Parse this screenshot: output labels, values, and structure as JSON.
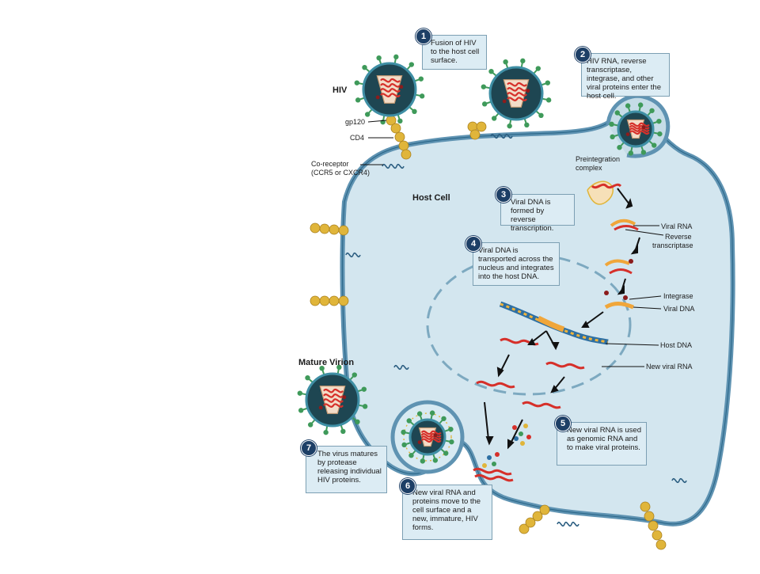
{
  "labels": {
    "hiv": "HIV",
    "gp120": "gp120",
    "cd4": "CD4",
    "coreceptor_line1": "Co-receptor",
    "coreceptor_line2": "(CCR5 or CXCR4)",
    "host_cell": "Host Cell",
    "mature_virion": "Mature Virion",
    "preintegration_line1": "Preintegration",
    "preintegration_line2": "complex",
    "viral_rna": "Viral RNA",
    "reverse_line1": "Reverse",
    "reverse_line2": "transcriptase",
    "integrase": "Integrase",
    "viral_dna": "Viral DNA",
    "host_dna": "Host DNA",
    "new_viral_rna": "New viral RNA"
  },
  "steps": [
    {
      "num": "1",
      "text": "Fusion of  HIV to the host cell surface."
    },
    {
      "num": "2",
      "text": "HIV RNA, reverse transcriptase, integrase, and other viral proteins enter the host cell."
    },
    {
      "num": "3",
      "text": "Viral DNA is formed by reverse transcription."
    },
    {
      "num": "4",
      "text": "Viral DNA is transported across the nucleus and integrates into the host DNA."
    },
    {
      "num": "5",
      "text": "New viral RNA is used as genomic RNA and to make viral proteins."
    },
    {
      "num": "6",
      "text": "New viral RNA and proteins move to the cell surface and a new, immature, HIV forms."
    },
    {
      "num": "7",
      "text": "The virus matures by protease releasing individual HIV proteins."
    }
  ],
  "colors": {
    "cell_fill": "#d3e6ef",
    "membrane": "#5f93b2",
    "virion_dark": "#1e4652",
    "virion_ring": "#3f8fa5",
    "capsid_fill": "#f2dcc8",
    "rna_red": "#d6302a",
    "receptor_gold": "#e0b53a",
    "spike_green": "#3f9a5a",
    "step_box": "#dcecf4",
    "step_num": "#1d3f66"
  }
}
